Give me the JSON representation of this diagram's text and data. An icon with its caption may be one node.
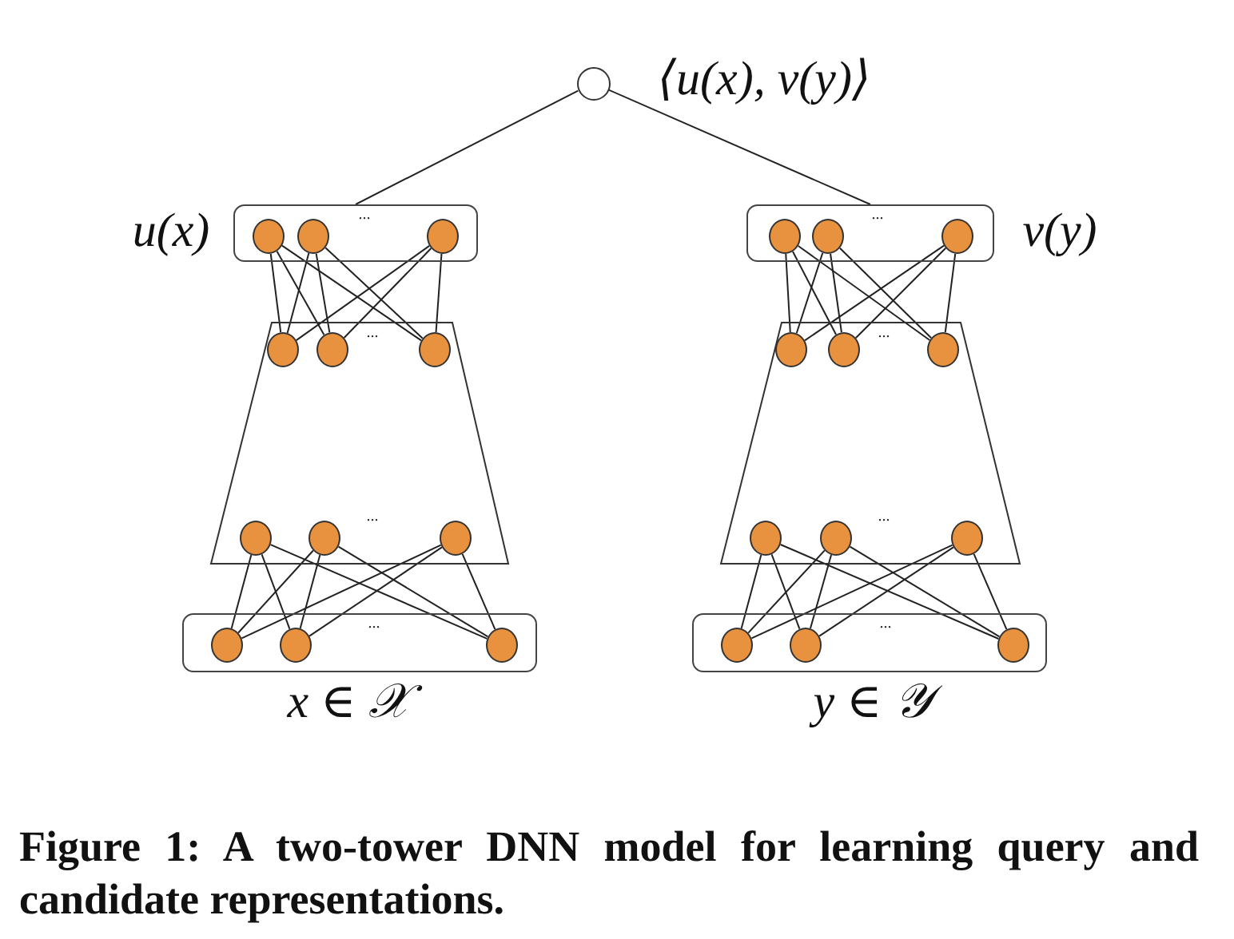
{
  "diagram": {
    "caption": "Figure 1: A two-tower DNN model for learning query and candidate representations.",
    "nodes": [
      {
        "text": [],
        "shape": "circle",
        "beside": [
          "⟨u(x), v(y)⟩"
        ]
      },
      {
        "text": [
          "..."
        ],
        "beside": [
          "u(x)"
        ]
      },
      {
        "text": [],
        "shape": "circle",
        "in": 1
      },
      {
        "text": [],
        "shape": "circle",
        "in": 1
      },
      {
        "text": [],
        "shape": "circle",
        "in": 1
      },
      {
        "text": [
          "..."
        ],
        "beside": [
          "v(y)"
        ]
      },
      {
        "text": [],
        "shape": "circle",
        "in": 5
      },
      {
        "text": [],
        "shape": "circle",
        "in": 5
      },
      {
        "text": [],
        "shape": "circle",
        "in": 5
      },
      {
        "text": [
          "...",
          "..."
        ]
      },
      {
        "text": [],
        "shape": "circle",
        "in": 9
      },
      {
        "text": [],
        "shape": "circle",
        "in": 9
      },
      {
        "text": [],
        "shape": "circle",
        "in": 9
      },
      {
        "text": [],
        "shape": "circle",
        "in": 9
      },
      {
        "text": [],
        "shape": "circle",
        "in": 9
      },
      {
        "text": [],
        "shape": "circle",
        "in": 9
      },
      {
        "text": [
          "...",
          "..."
        ]
      },
      {
        "text": [],
        "shape": "circle",
        "in": 16
      },
      {
        "text": [],
        "shape": "circle",
        "in": 16
      },
      {
        "text": [],
        "shape": "circle",
        "in": 16
      },
      {
        "text": [],
        "shape": "circle",
        "in": 16
      },
      {
        "text": [],
        "shape": "circle",
        "in": 16
      },
      {
        "text": [],
        "shape": "circle",
        "in": 16
      },
      {
        "text": [
          "..."
        ],
        "beside": [
          "x ∈ 𝒳"
        ]
      },
      {
        "text": [],
        "shape": "circle",
        "in": 23
      },
      {
        "text": [],
        "shape": "circle",
        "in": 23
      },
      {
        "text": [],
        "shape": "circle",
        "in": 23
      },
      {
        "text": [
          "..."
        ],
        "beside": [
          "y ∈ 𝒴"
        ]
      },
      {
        "text": [],
        "shape": "circle",
        "in": 27
      },
      {
        "text": [],
        "shape": "circle",
        "in": 27
      },
      {
        "text": [],
        "shape": "circle",
        "in": 27
      }
    ],
    "edges": [
      {
        "from": 0,
        "to": 1,
        "arrow": "none"
      },
      {
        "from": 0,
        "to": 5,
        "arrow": "none"
      },
      {
        "from": 2,
        "to": 10,
        "arrow": "none"
      },
      {
        "from": 2,
        "to": 11,
        "arrow": "none"
      },
      {
        "from": 2,
        "to": 12,
        "arrow": "none"
      },
      {
        "from": 3,
        "to": 10,
        "arrow": "none"
      },
      {
        "from": 3,
        "to": 11,
        "arrow": "none"
      },
      {
        "from": 3,
        "to": 12,
        "arrow": "none"
      },
      {
        "from": 4,
        "to": 10,
        "arrow": "none"
      },
      {
        "from": 4,
        "to": 11,
        "arrow": "none"
      },
      {
        "from": 4,
        "to": 12,
        "arrow": "none"
      },
      {
        "from": 6,
        "to": 17,
        "arrow": "none"
      },
      {
        "from": 6,
        "to": 18,
        "arrow": "none"
      },
      {
        "from": 6,
        "to": 19,
        "arrow": "none"
      },
      {
        "from": 7,
        "to": 17,
        "arrow": "none"
      },
      {
        "from": 7,
        "to": 18,
        "arrow": "none"
      },
      {
        "from": 7,
        "to": 19,
        "arrow": "none"
      },
      {
        "from": 8,
        "to": 17,
        "arrow": "none"
      },
      {
        "from": 8,
        "to": 18,
        "arrow": "none"
      },
      {
        "from": 8,
        "to": 19,
        "arrow": "none"
      },
      {
        "from": 13,
        "to": 24,
        "arrow": "none"
      },
      {
        "from": 13,
        "to": 25,
        "arrow": "none"
      },
      {
        "from": 13,
        "to": 26,
        "arrow": "none"
      },
      {
        "from": 14,
        "to": 24,
        "arrow": "none"
      },
      {
        "from": 14,
        "to": 25,
        "arrow": "none"
      },
      {
        "from": 14,
        "to": 26,
        "arrow": "none"
      },
      {
        "from": 15,
        "to": 24,
        "arrow": "none"
      },
      {
        "from": 15,
        "to": 25,
        "arrow": "none"
      },
      {
        "from": 15,
        "to": 26,
        "arrow": "none"
      },
      {
        "from": 20,
        "to": 28,
        "arrow": "none"
      },
      {
        "from": 20,
        "to": 29,
        "arrow": "none"
      },
      {
        "from": 20,
        "to": 30,
        "arrow": "none"
      },
      {
        "from": 21,
        "to": 28,
        "arrow": "none"
      },
      {
        "from": 21,
        "to": 29,
        "arrow": "none"
      },
      {
        "from": 21,
        "to": 30,
        "arrow": "none"
      },
      {
        "from": 22,
        "to": 28,
        "arrow": "none"
      },
      {
        "from": 22,
        "to": 29,
        "arrow": "none"
      },
      {
        "from": 22,
        "to": 30,
        "arrow": "none"
      }
    ]
  }
}
